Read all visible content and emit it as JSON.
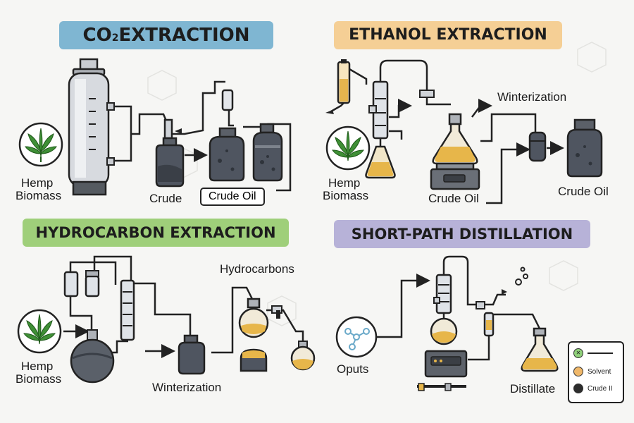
{
  "panels": {
    "co2": {
      "title_main": "CO",
      "title_sub": "2",
      "title_rest": "EXTRACTION",
      "color": "#7fb6d2",
      "labels": {
        "hemp1": "Hemp",
        "hemp2": "Biomass",
        "crude": "Crude",
        "crude_oil": "Crude Oil"
      }
    },
    "ethanol": {
      "title": "ETHANOL EXTRACTION",
      "color": "#f5cf95",
      "labels": {
        "winterization": "Winterization",
        "hemp1": "Hemp",
        "hemp2": "Biomass",
        "crude_oil_left": "Crude Oil",
        "crude_oil_right": "Crude Oil"
      }
    },
    "hydrocarbon": {
      "title": "HYDROCARBON EXTRACTION",
      "color": "#9fcf7a",
      "labels": {
        "hydrocarbons": "Hydrocarbons",
        "hemp1": "Hemp",
        "hemp2": "Biomass",
        "winterization": "Winterization"
      }
    },
    "shortpath": {
      "title": "SHORT-PATH DISTILLATION",
      "color": "#b7b2d8",
      "labels": {
        "oputs": "Oputs",
        "distillate": "Distillate"
      }
    }
  },
  "legend": {
    "items": [
      {
        "label": "",
        "color": "#8fd07a"
      },
      {
        "label": "Solvent",
        "color": "#f0b86a"
      },
      {
        "label": "Crude II",
        "color": "#2d2d2d"
      }
    ]
  },
  "icons": [
    "hemp-leaf-icon",
    "molecule-icon"
  ]
}
